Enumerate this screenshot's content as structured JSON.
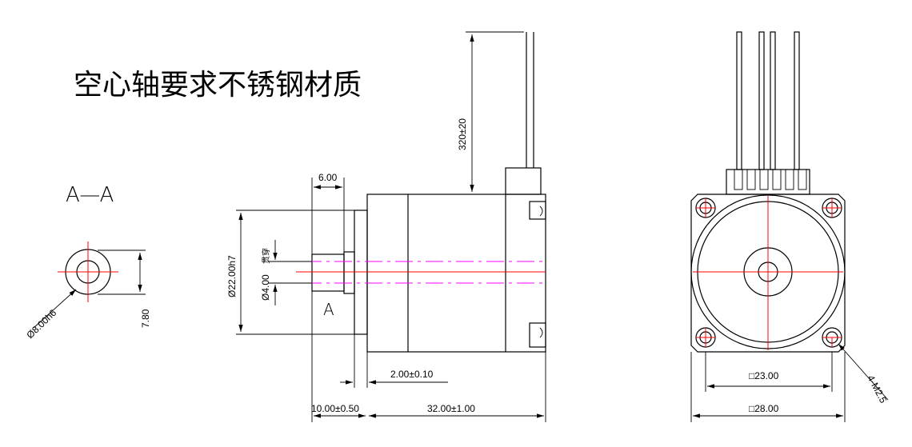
{
  "note": "空心轴要求不锈钢材质",
  "section_label": "A—A",
  "section_marker": "A",
  "section_view": {
    "dia_label": "Ø8.00h6",
    "flat_label": "7.80"
  },
  "side_view": {
    "shaft_length": "6.00",
    "body_dia": "Ø22.00h7",
    "bore_dia": "Ø4.00",
    "bore_note": "贯穿",
    "wire_length": "320±20",
    "flange_thickness": "2.00±0.10",
    "shaft_extension": "10.00±0.50",
    "body_length": "32.00±1.00"
  },
  "front_view": {
    "hole_pitch": "□23.00",
    "square_size": "□28.00",
    "holes": "4-M2.5"
  }
}
